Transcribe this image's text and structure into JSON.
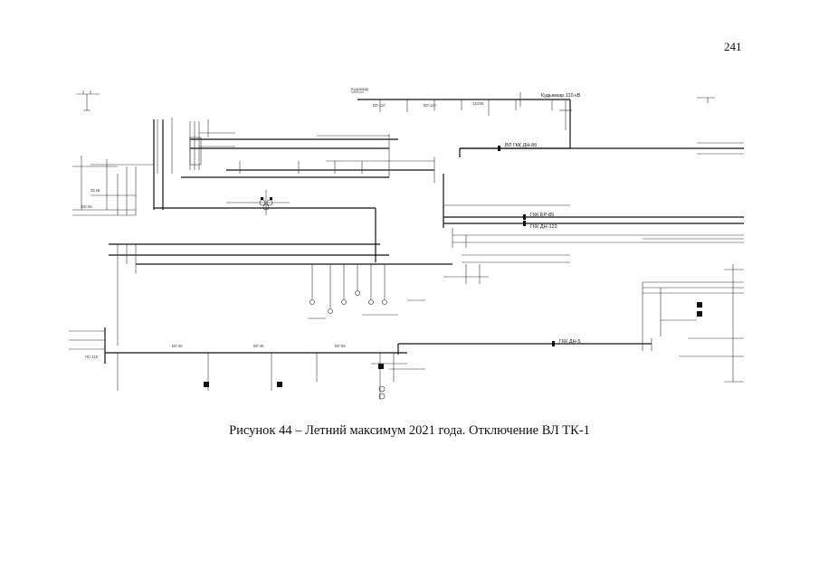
{
  "page": {
    "number": "241"
  },
  "figure": {
    "caption": "Рисунок 44 – Летний максимум 2021 года. Отключение ВЛ ТК-1",
    "labels": {
      "bus_110": "Кудымкар 110 кВ",
      "line_gk_dn86": "ВЛ ГКК ДН-86",
      "line_gk_br85": "ГКК БР-85",
      "line_gk_dn123": "ГКК ДН-123",
      "line_gk_dn5": "ГКК ДН-5"
    }
  }
}
